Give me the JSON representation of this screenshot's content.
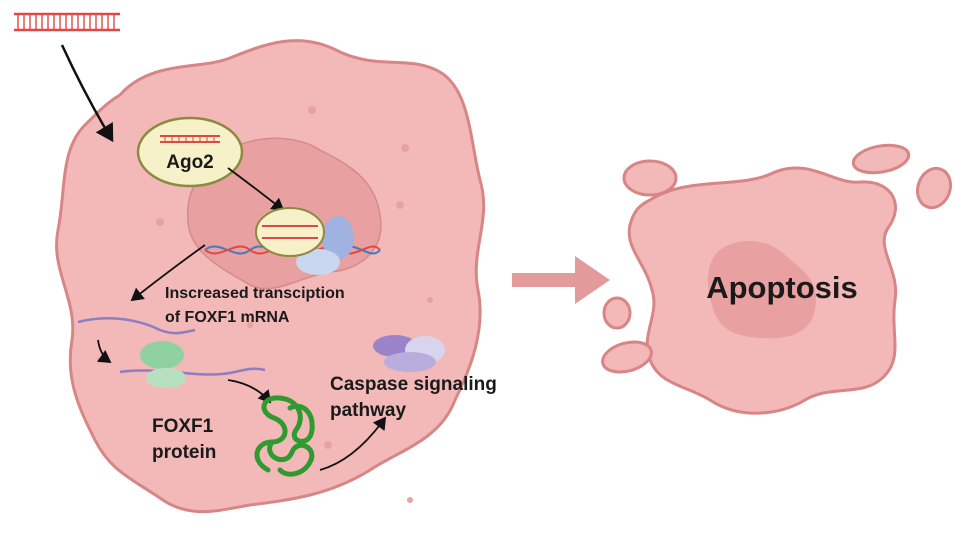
{
  "labels": {
    "ago2": "Ago2",
    "transcription_line1": "Inscreased transciption",
    "transcription_line2": "of FOXF1 mRNA",
    "foxf1_line1": "FOXF1",
    "foxf1_line2": "protein",
    "caspase_line1": "Caspase signaling",
    "caspase_line2": "pathway",
    "apoptosis": "Apoptosis"
  },
  "colors": {
    "cell_fill": "#f3b9b9",
    "cell_stroke": "#d88585",
    "nucleus_fill": "#e8a0a0",
    "ago2_fill": "#f7f1c9",
    "ago2_stroke": "#8c8a40",
    "rna_red": "#e04848",
    "dna_blue": "#3e7cc6",
    "protein_green": "#2f9a2f",
    "mrna_purple": "#8e7dc2",
    "arrow_pink": "#e39a9a"
  },
  "icons": [
    "sirna-duplex-icon",
    "ago2-complex-icon",
    "dna-helix-icon",
    "ribosome-icon",
    "folded-protein-icon",
    "caspase-complex-icon"
  ]
}
